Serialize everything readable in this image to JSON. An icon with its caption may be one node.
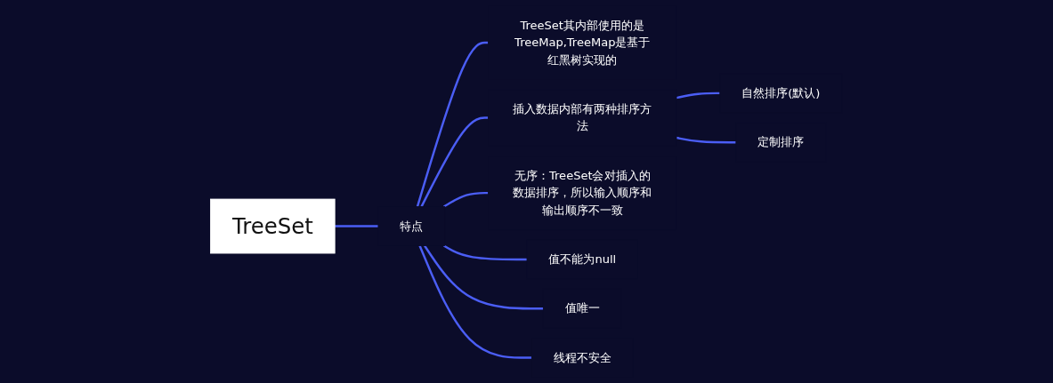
{
  "diagram": {
    "nodes": [
      {
        "text": [
          "TreeSet"
        ]
      },
      {
        "text": [
          "特点"
        ]
      },
      {
        "text": [
          "TreeSet其内部使用的是TreeMap,TreeMap是基于红黑树实现的"
        ]
      },
      {
        "text": [
          "插入数据内部有两种排序方法"
        ]
      },
      {
        "text": [
          "自然排序(默认)"
        ]
      },
      {
        "text": [
          "定制排序"
        ]
      },
      {
        "text": [
          "无序：TreeSet会对插入的数据排序，所以输入顺序和输出顺序不一致"
        ]
      },
      {
        "text": [
          "值不能为null"
        ]
      },
      {
        "text": [
          "值唯一"
        ]
      },
      {
        "text": [
          "线程不安全"
        ]
      }
    ],
    "edges": [
      {
        "from": 0,
        "to": 1,
        "arrow": "none"
      },
      {
        "from": 1,
        "to": 2,
        "arrow": "none"
      },
      {
        "from": 1,
        "to": 3,
        "arrow": "none"
      },
      {
        "from": 3,
        "to": 4,
        "arrow": "none"
      },
      {
        "from": 3,
        "to": 5,
        "arrow": "none"
      },
      {
        "from": 1,
        "to": 6,
        "arrow": "none"
      },
      {
        "from": 1,
        "to": 7,
        "arrow": "none"
      },
      {
        "from": 1,
        "to": 8,
        "arrow": "none"
      },
      {
        "from": 1,
        "to": 9,
        "arrow": "none"
      }
    ]
  }
}
